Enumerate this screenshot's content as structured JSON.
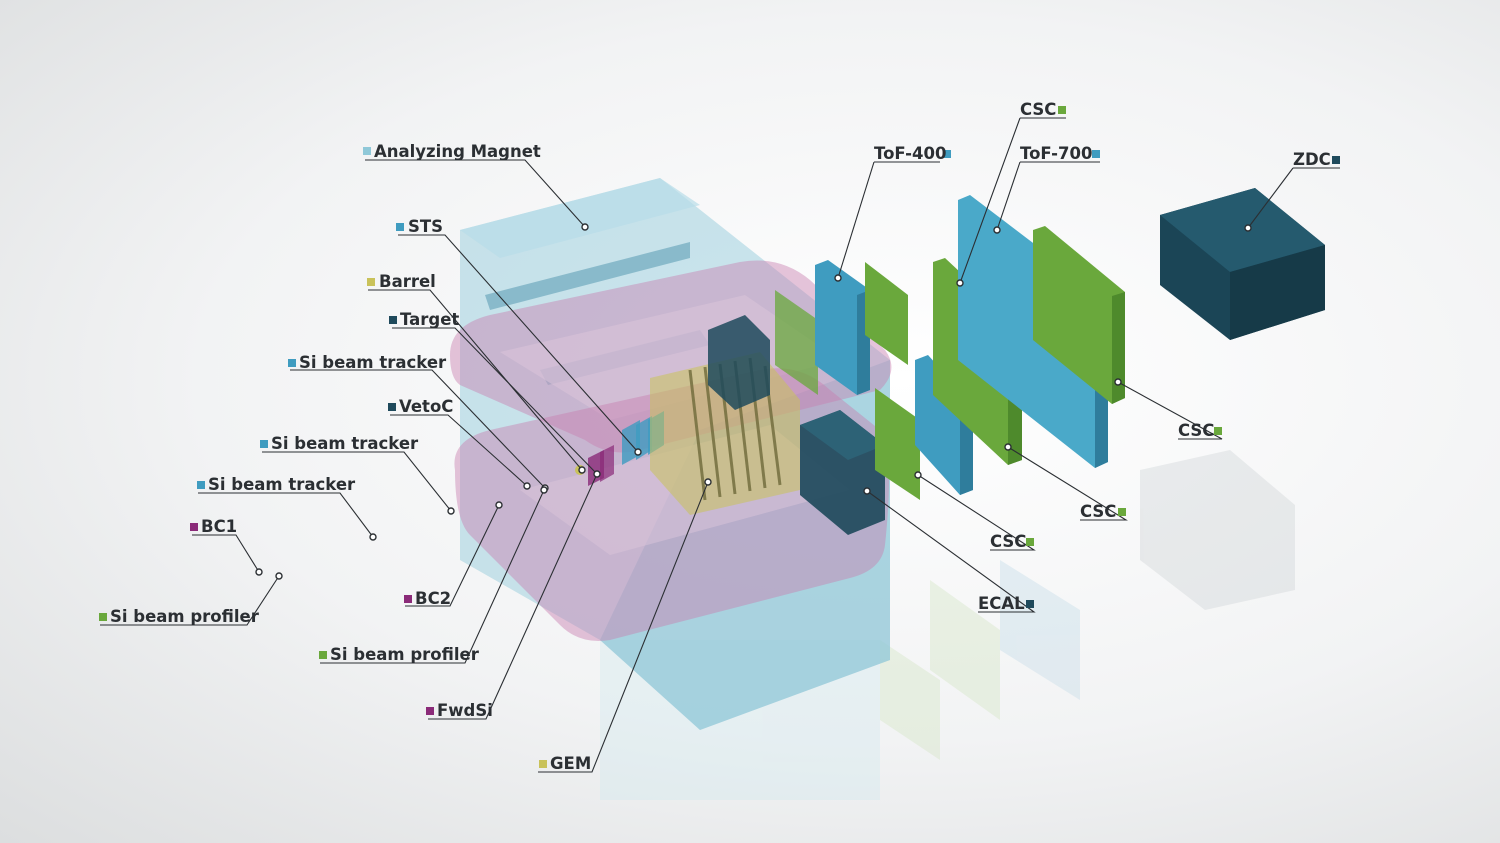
{
  "colors": {
    "magnet": "#8fc8d8",
    "coil": "#c77fb0",
    "tof": "#3f9cc0",
    "csc": "#6aa83c",
    "gem": "#c9c25a",
    "zdc": "#1f4a5c",
    "ecal": "#1f4a5c",
    "bc": "#8a2a78",
    "leader": "#2b2f33"
  },
  "labels": {
    "analyzing_magnet": "Analyzing Magnet",
    "sts": "STS",
    "barrel": "Barrel",
    "target": "Target",
    "si_beam_tracker_1": "Si beam tracker",
    "vetoc": "VetoC",
    "si_beam_tracker_2": "Si beam tracker",
    "si_beam_tracker_3": "Si beam tracker",
    "bc1": "BC1",
    "si_beam_profiler_1": "Si beam profiler",
    "bc2": "BC2",
    "si_beam_profiler_2": "Si beam profiler",
    "fwdsi": "FwdSi",
    "gem": "GEM",
    "tof400": "ToF-400",
    "csc_top": "CSC",
    "tof700": "ToF-700",
    "zdc": "ZDC",
    "csc_right": "CSC",
    "csc_mid": "CSC",
    "csc_low": "CSC",
    "ecal": "ECAL"
  }
}
